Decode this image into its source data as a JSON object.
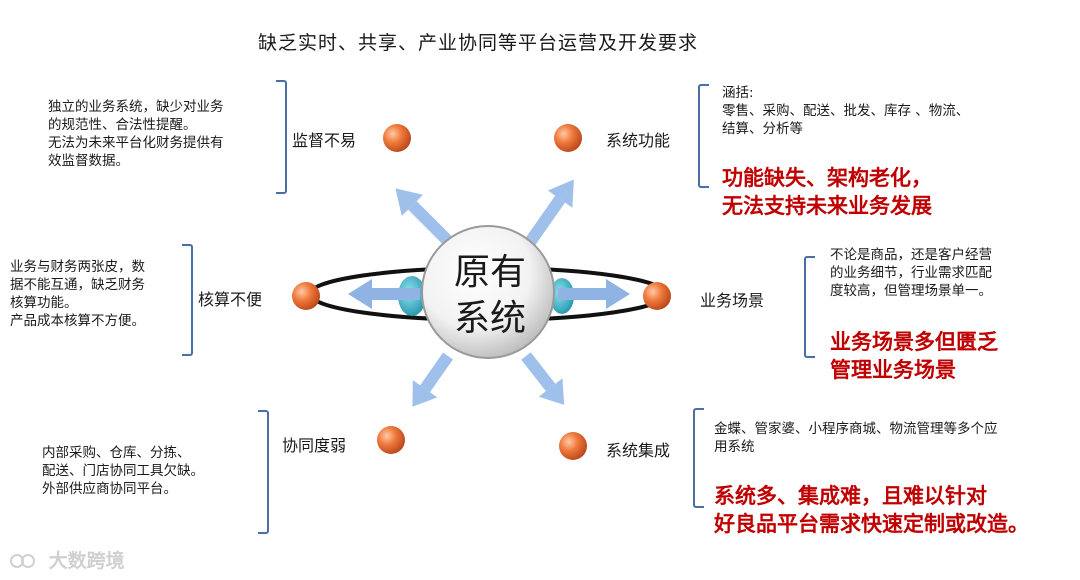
{
  "title": "缺乏实时、共享、产业协同等平台运营及开发要求",
  "center": {
    "label": "原有\n系统"
  },
  "nodes": {
    "supervision": {
      "label": "监督不易",
      "desc": "独立的业务系统，缺少对业务\n的规范性、合法性提醒。\n无法为未来平台化财务提供有\n效监督数据。"
    },
    "function": {
      "label": "系统功能",
      "desc": "涵括:\n零售、采购、配送、批发、库存 、物流、\n结算、分析等",
      "highlight": "功能缺失、架构老化，\n无法支持未来业务发展"
    },
    "accounting": {
      "label": "核算不便",
      "desc": "业务与财务两张皮，数\n据不能互通，缺乏财务\n核算功能。\n产品成本核算不方便。"
    },
    "scenario": {
      "label": "业务场景",
      "desc": "不论是商品，还是客户经营\n的业务细节，行业需求匹配\n度较高，但管理场景单一。",
      "highlight": "业务场景多但匮乏\n管理业务场景"
    },
    "collaboration": {
      "label": "协同度弱",
      "desc": "内部采购、仓库、分拣、\n配送、门店协同工具欠缺。\n外部供应商协同平台。"
    },
    "integration": {
      "label": "系统集成",
      "desc": "金蝶、管家婆、小程序商城、物流管理等多个应\n用系统",
      "highlight": "系统多、集成难，且难以针对\n好良品平台需求快速定制或改造。"
    }
  },
  "watermark": "大数跨境",
  "colors": {
    "node": "#e8682a",
    "arrow": "#8fb3e3",
    "bracket": "#4a6fa5",
    "highlight": "#c00000"
  }
}
